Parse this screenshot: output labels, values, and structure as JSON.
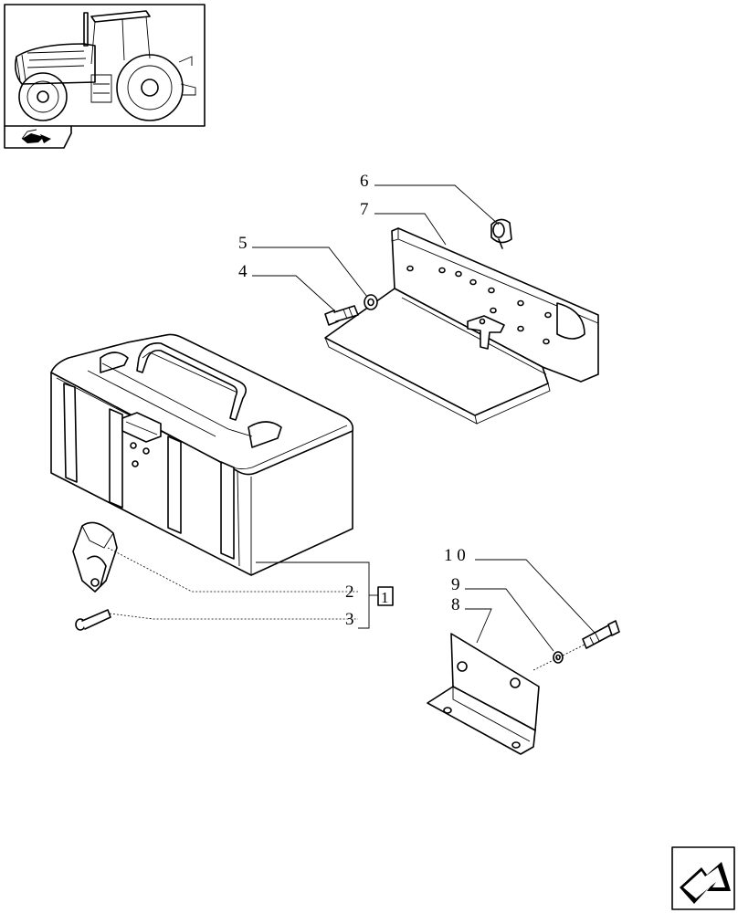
{
  "callouts": {
    "p1": "1",
    "p2": "2",
    "p3": "3",
    "p4": "4",
    "p5": "5",
    "p6": "6",
    "p7": "7",
    "p8": "8",
    "p9": "9",
    "p10": "1 0"
  },
  "icons": {
    "thumbnail": "tractor-thumbnail",
    "section_tab": "book-arrow-icon",
    "next_page": "next-page-arrow-icon"
  }
}
